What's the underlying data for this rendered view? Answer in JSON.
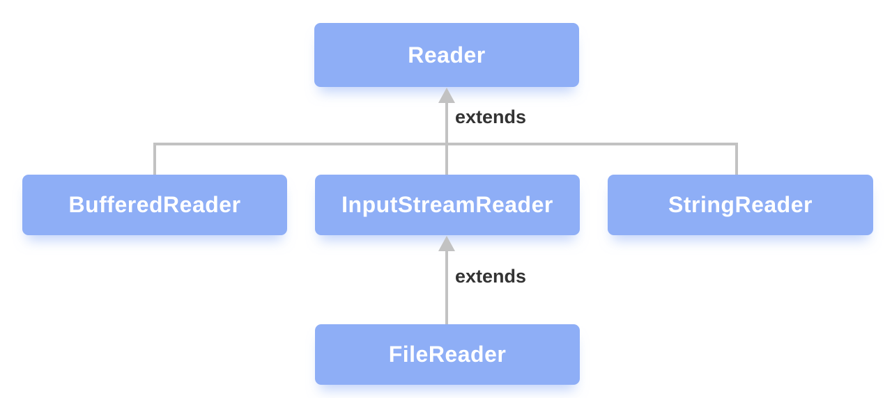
{
  "diagram": {
    "type": "class-hierarchy",
    "nodes": {
      "reader": {
        "label": "Reader"
      },
      "buffered_reader": {
        "label": "BufferedReader"
      },
      "input_stream_reader": {
        "label": "InputStreamReader"
      },
      "string_reader": {
        "label": "StringReader"
      },
      "file_reader": {
        "label": "FileReader"
      }
    },
    "edges": [
      {
        "from": "BufferedReader",
        "to": "Reader"
      },
      {
        "from": "InputStreamReader",
        "to": "Reader",
        "label": "extends"
      },
      {
        "from": "StringReader",
        "to": "Reader"
      },
      {
        "from": "FileReader",
        "to": "InputStreamReader",
        "label": "extends"
      }
    ],
    "colors": {
      "node_fill": "#8eaef6",
      "node_text": "#ffffff",
      "node_shadow": "rgba(142,174,246,0.55)",
      "connector_line": "#c2c2c2",
      "edge_label_text": "#333333",
      "background": "#ffffff"
    }
  }
}
